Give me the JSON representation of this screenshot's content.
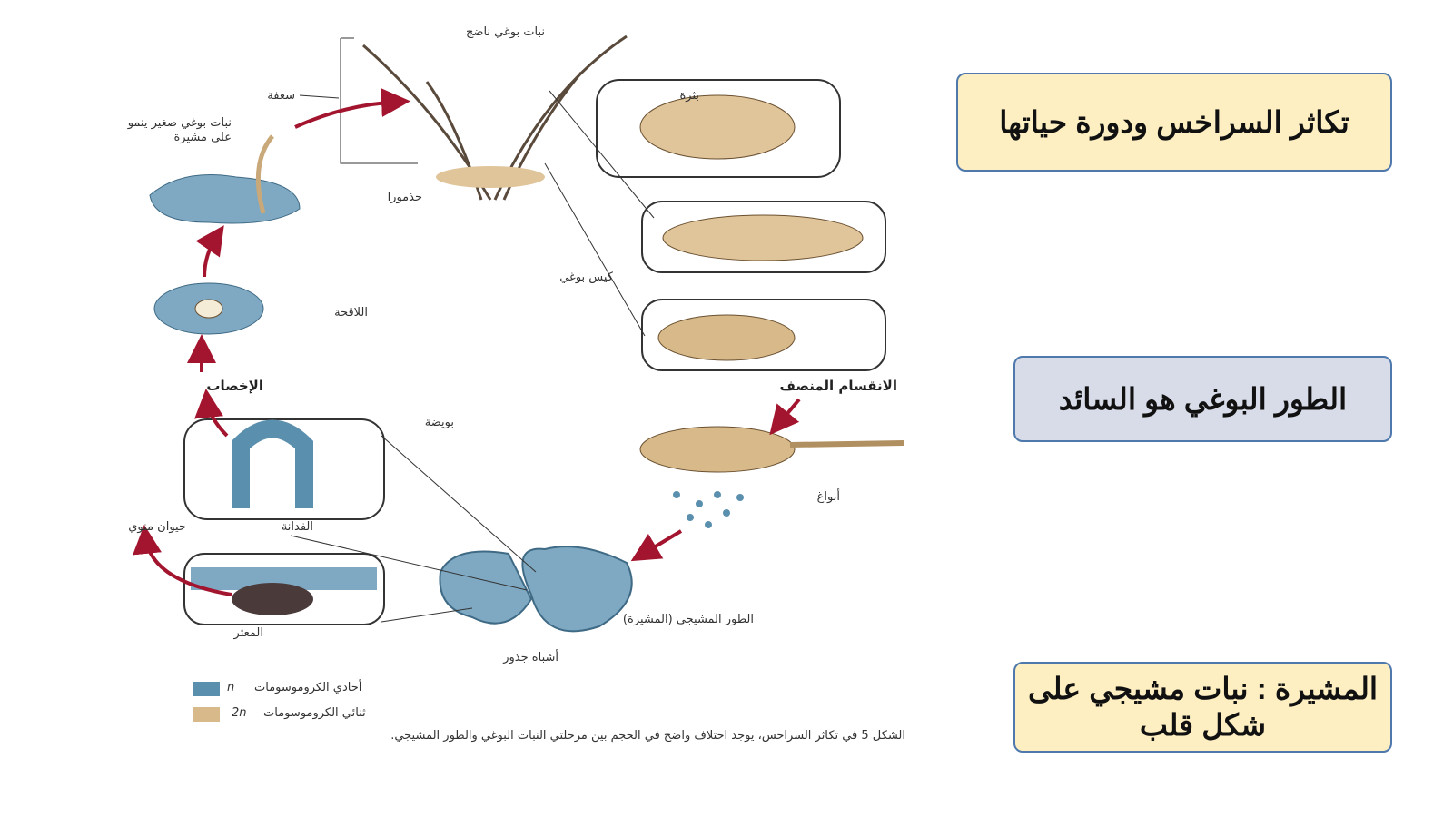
{
  "slide": {
    "cards": [
      {
        "text": "تكاثر السراخس ودورة حياتها"
      },
      {
        "text": "الطور البوغي هو السائد"
      },
      {
        "text": "المشيرة : نبات مشيجي على شكل قلب"
      }
    ]
  },
  "diagram": {
    "labels": {
      "mature_sporophyte": "نبات بوغي ناضج",
      "frond": "سعفة",
      "young_sporophyte": "نبات بوغي صغير ينمو على مشيرة",
      "rhizome": "جذمورا",
      "epidermis": "بثرة",
      "sporangium": "كيس بوغي",
      "zygote": "اللاقحة",
      "fertilization": "الإخصاب",
      "meiosis": "الانقسام المنصف",
      "egg": "بويضة",
      "spores": "أبواغ",
      "sperm": "حيوان منوي",
      "archegonium": "الفدانة",
      "antheridium": "المعثر",
      "gametophyte": "الطور المشيجي (المشيرة)",
      "rhizoids": "أشباه جذور"
    },
    "legend": [
      {
        "symbol": "n",
        "text": "أحادي الكروموسومات",
        "color": "#5b8fae"
      },
      {
        "symbol": "2n",
        "text": "ثنائي الكروموسومات",
        "color": "#d7b98a"
      }
    ],
    "caption": "الشكل 5 في تكاثر السراخس، يوجد اختلاف واضح في الحجم بين مرحلتي النبات البوغي والطور المشيجي."
  }
}
